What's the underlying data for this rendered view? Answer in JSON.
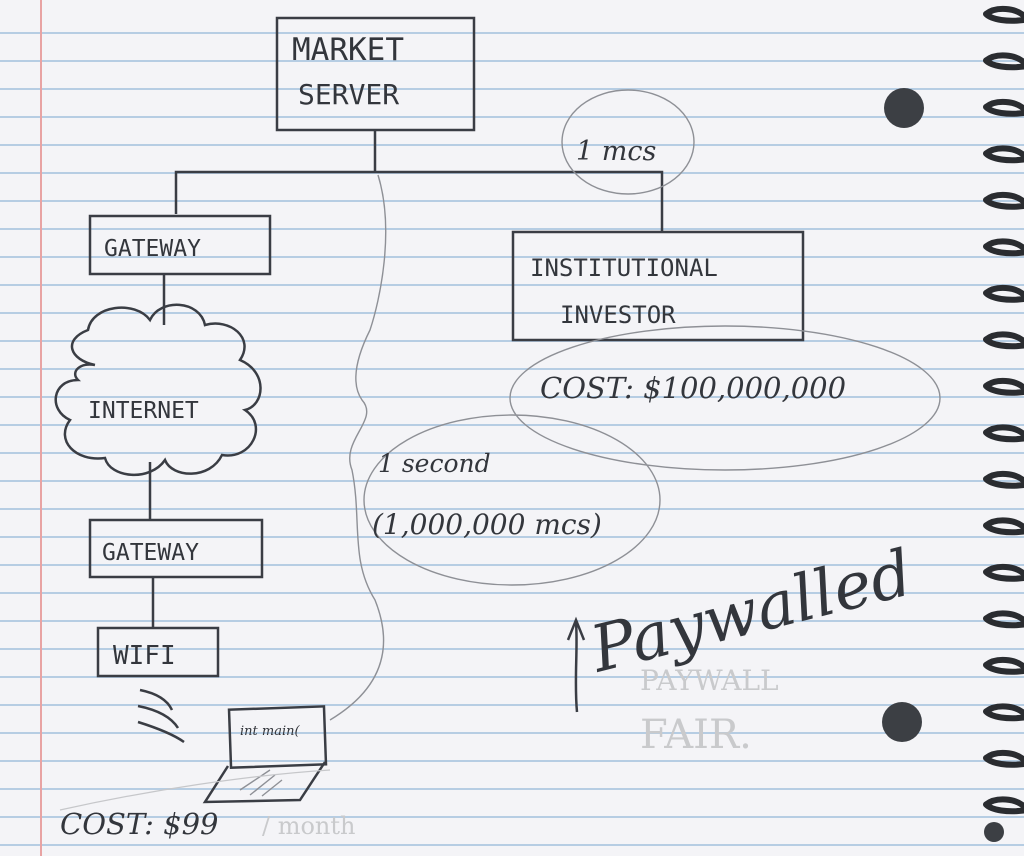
{
  "diagram": {
    "market_server": {
      "line1": "MARKET",
      "line2": "SERVER"
    },
    "latency_institutional": "1 mcs",
    "institutional_investor": {
      "line1": "INSTITUTIONAL",
      "line2": "INVESTOR"
    },
    "institutional_cost": "COST: $100,000,000",
    "gateway_top": "GATEWAY",
    "internet": "INTERNET",
    "gateway_bottom": "GATEWAY",
    "wifi": "WIFI",
    "laptop_screen_text": "int main(",
    "retail_cost": "COST: $99",
    "retail_cost_suffix": "/ month",
    "latency_retail": {
      "line1": "1 second",
      "line2": "(1,000,000 mcs)"
    },
    "paywalled": "Paywalled",
    "erased_text": {
      "line1": "PAYWALL",
      "line2": "FAIR."
    }
  }
}
